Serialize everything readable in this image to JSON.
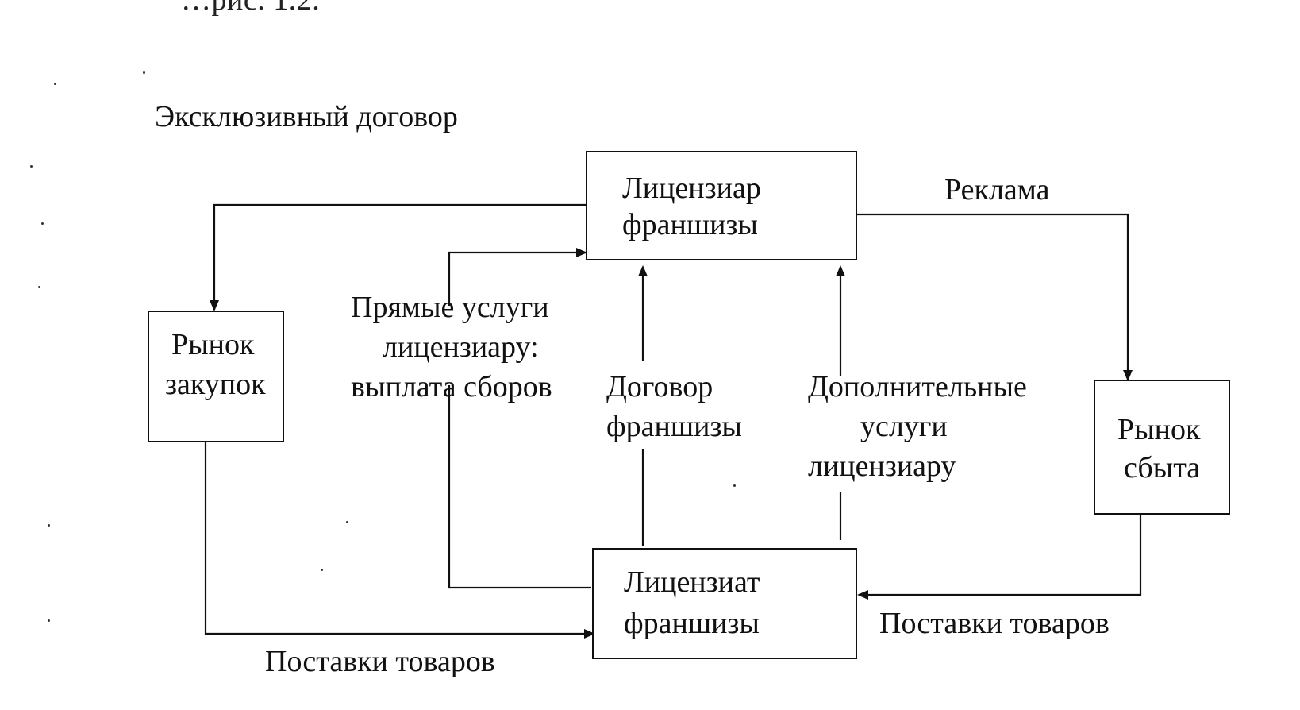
{
  "header": {
    "top_cut_text": "…рис. 1.2.",
    "caption": "Эксклюзивный договор"
  },
  "boxes": {
    "licensor": {
      "line1": "Лицензиар",
      "line2": "франшизы"
    },
    "licensee": {
      "line1": "Лицензиат",
      "line2": "франшизы"
    },
    "procurement": {
      "line1": "Рынок",
      "line2": "закупок"
    },
    "sales": {
      "line1": "Рынок",
      "line2": "сбыта"
    }
  },
  "labels": {
    "advertising": "Реклама",
    "direct_services_1": "Прямые услуги",
    "direct_services_2": "лицензиару:",
    "direct_services_3": "выплата сборов",
    "franchise_contract_1": "Договор",
    "franchise_contract_2": "франшизы",
    "additional_services_1": "Дополнительные",
    "additional_services_2": "услуги",
    "additional_services_3": "лицензиару",
    "supply_left": "Поставки товаров",
    "supply_right": "Поставки товаров"
  }
}
